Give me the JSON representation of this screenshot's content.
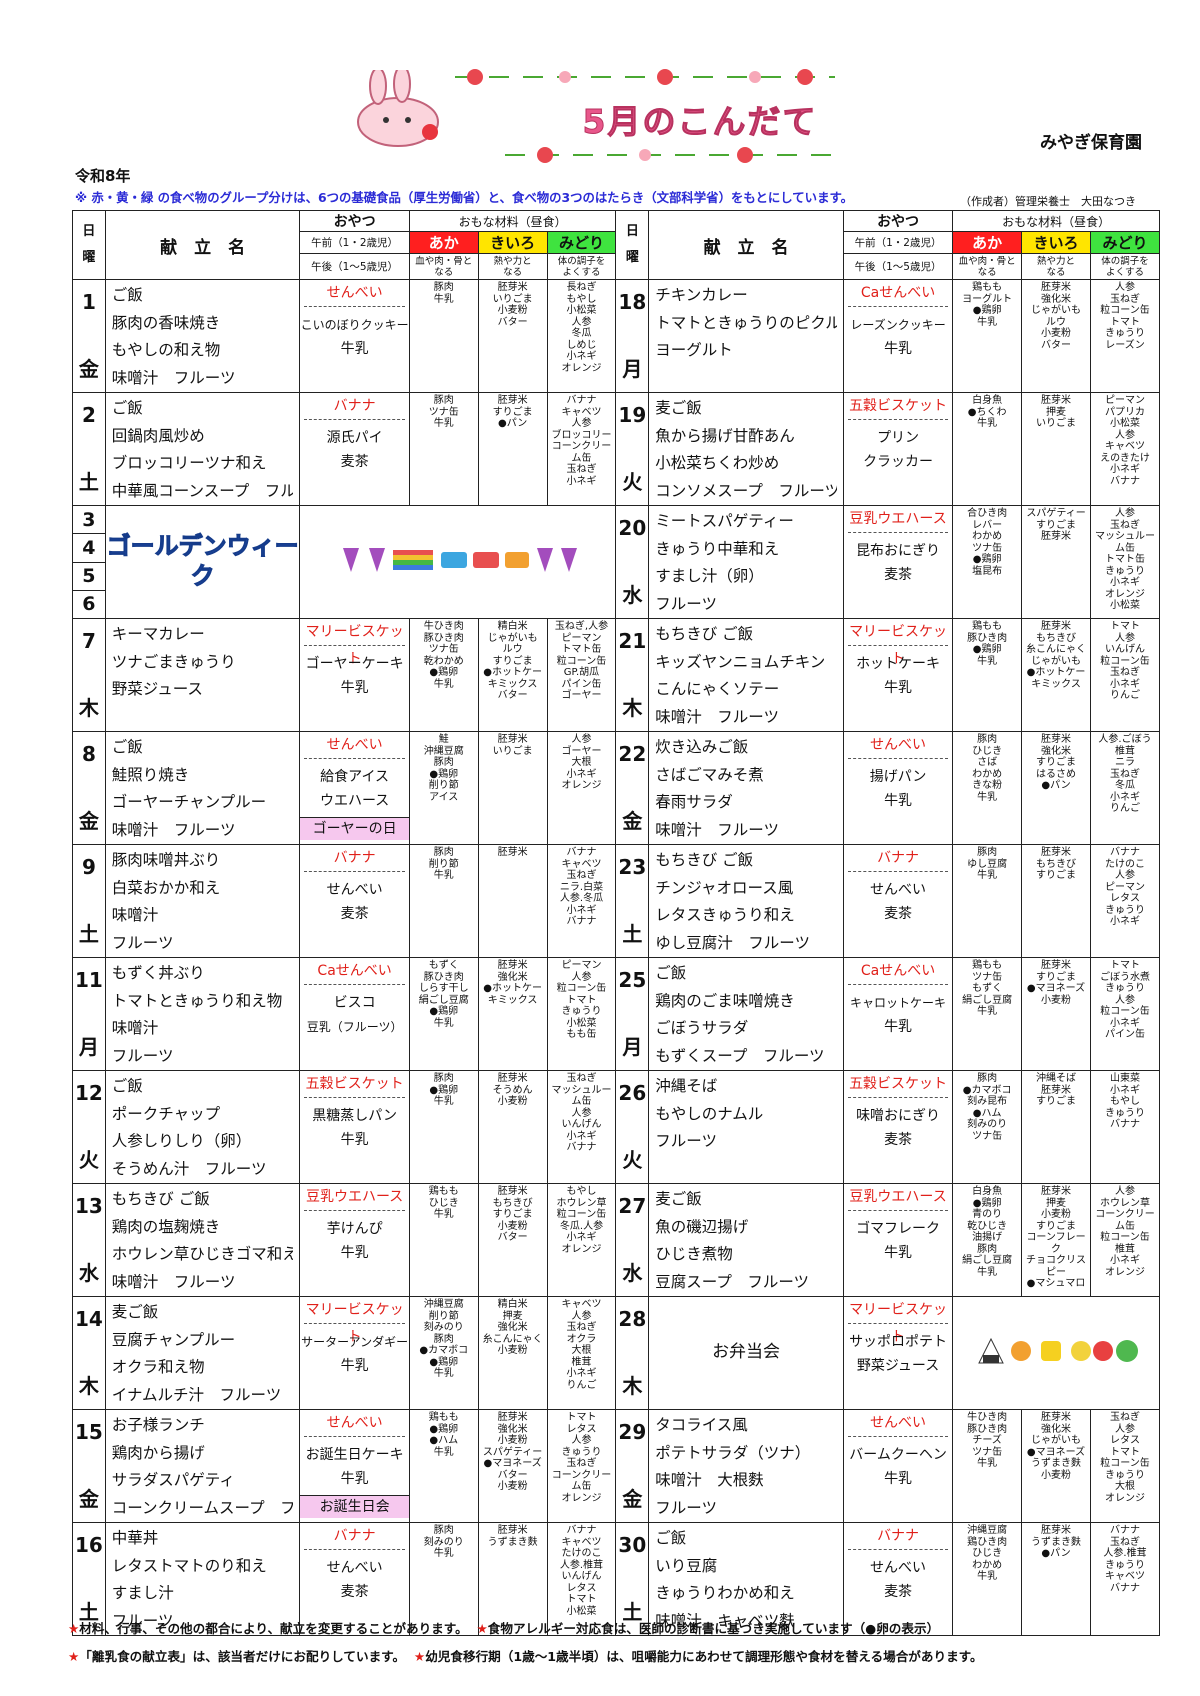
{
  "header": {
    "title": "5月のこんだて",
    "nursery": "みやぎ保育園",
    "era": "令和8年",
    "note": "※ 赤・黄・緑 の食べ物のグループ分けは、6つの基礎食品（厚生労働省）と、食べ物の3つのはたらき（文部科学省）をもとにしています。",
    "author": "（作成者）管理栄養士　大田なつき"
  },
  "table_header": {
    "day": "日",
    "dow": "曜",
    "menu": "献　立　名",
    "snack": "おやつ",
    "main_ingredients": "おもな材料（昼食）",
    "am": "午前（1・2歳児）",
    "pm": "午後（1～5歳児）",
    "aka": "あか",
    "kiiro": "きいろ",
    "midori": "みどり",
    "aka_desc": "血や肉・骨と\nなる",
    "kiiro_desc": "熱や力と\nなる",
    "midori_desc": "体の調子を\nよくする"
  },
  "golden_week": {
    "days": [
      "3",
      "4",
      "5",
      "6"
    ],
    "label": "ゴールデンウィーク"
  },
  "left": [
    {
      "d": "1",
      "w": "金",
      "menu": [
        "ご飯",
        "豚肉の香味焼き",
        "もやしの和え物",
        "味噌汁　フルーツ"
      ],
      "am": "せんべい",
      "pm": [
        "こいのぼりクッキー",
        "牛乳"
      ],
      "aka": "豚肉\n牛乳",
      "ki": "胚芽米\nいりごま\n小麦粉\nバター",
      "mi": "長ねぎ\nもやし\n小松菜\n人参\n冬瓜\nしめじ\n小ネギ\nオレンジ"
    },
    {
      "d": "2",
      "w": "土",
      "menu": [
        "ご飯",
        "回鍋肉風炒め",
        "ブロッコリーツナ和え",
        "中華風コーンスープ　フルーツ"
      ],
      "am": "バナナ",
      "pm": [
        "源氏パイ",
        "麦茶"
      ],
      "aka": "豚肉\nツナ缶\n牛乳",
      "ki": "胚芽米\nすりごま\n●パン",
      "mi": "バナナ\nキャベツ\n人参\nブロッコリー\nコーンクリーム缶\n玉ねぎ\n小ネギ"
    },
    {
      "d": "7",
      "w": "木",
      "menu": [
        "キーマカレー",
        "ツナごまきゅうり",
        "野菜ジュース",
        ""
      ],
      "am": "マリービスケット",
      "pm": [
        "ゴーヤーケーキ",
        "牛乳"
      ],
      "aka": "牛ひき肉\n豚ひき肉\nツナ缶\n乾わかめ\n●鶏卵\n牛乳",
      "ki": "精白米\nじゃがいも\nルウ\nすりごま\n●ホットケーキミックス\nバター",
      "mi": "玉ねぎ,人参\nピーマン\nトマト缶\n粒コーン缶\nGP.胡瓜\nパイン缶\nゴーヤー"
    },
    {
      "d": "8",
      "w": "金",
      "menu": [
        "ご飯",
        "鮭照り焼き",
        "ゴーヤーチャンプルー",
        "味噌汁　フルーツ"
      ],
      "am": "せんべい",
      "pm": [
        "給食アイス",
        "ウエハース"
      ],
      "ev": "ゴーヤーの日",
      "aka": "鮭\n沖縄豆腐\n豚肉\n●鶏卵\n削り節\nアイス",
      "ki": "胚芽米\nいりごま",
      "mi": "人参\nゴーヤー\n大根\n小ネギ\nオレンジ"
    },
    {
      "d": "9",
      "w": "土",
      "menu": [
        "豚肉味噌丼ぶり",
        "白菜おかか和え",
        "味噌汁",
        "フルーツ"
      ],
      "am": "バナナ",
      "pm": [
        "せんべい",
        "麦茶"
      ],
      "aka": "豚肉\n削り節\n牛乳",
      "ki": "胚芽米",
      "mi": "バナナ\nキャベツ\n玉ねぎ\nニラ.白菜\n人参.冬瓜\n小ネギ\nバナナ"
    },
    {
      "d": "11",
      "w": "月",
      "menu": [
        "もずく丼ぶり",
        "トマトときゅうり和え物",
        "味噌汁",
        "フルーツ"
      ],
      "am": "Caせんべい",
      "pm": [
        "ビスコ",
        "豆乳（フルーツ）"
      ],
      "aka": "もずく\n豚ひき肉\nしらす干し\n絹ごし豆腐\n●鶏卵\n牛乳",
      "ki": "胚芽米\n強化米\n●ホットケーキミックス",
      "mi": "ピーマン\n人参\n粒コーン缶\nトマト\nきゅうり\n小松菜\nもも缶"
    },
    {
      "d": "12",
      "w": "火",
      "menu": [
        "ご飯",
        "ポークチャップ",
        "人参しりしり（卵）",
        "そうめん汁　フルーツ"
      ],
      "am": "五穀ビスケット",
      "pm": [
        "黒糖蒸しパン",
        "牛乳"
      ],
      "aka": "豚肉\n●鶏卵\n牛乳",
      "ki": "胚芽米\nそうめん\n小麦粉",
      "mi": "玉ねぎ\nマッシュルーム缶\n人参\nいんげん\n小ネギ\nバナナ"
    },
    {
      "d": "13",
      "w": "水",
      "menu": [
        "もちきび ご飯",
        "鶏肉の塩麹焼き",
        "ホウレン草ひじきゴマ和え",
        "味噌汁　フルーツ"
      ],
      "am": "豆乳ウエハース",
      "pm": [
        "芋けんぴ",
        "牛乳"
      ],
      "aka": "鶏もも\nひじき\n牛乳",
      "ki": "胚芽米\nもちきび\nすりごま\n小麦粉\nバター",
      "mi": "もやし\nホウレン草\n粒コーン缶\n冬瓜.人参\n小ネギ\nオレンジ"
    },
    {
      "d": "14",
      "w": "木",
      "menu": [
        "麦ご飯",
        "豆腐チャンプルー",
        "オクラ和え物",
        "イナムルチ汁　フルーツ"
      ],
      "am": "マリービスケット",
      "pm": [
        "サーターアンダギー",
        "牛乳"
      ],
      "aka": "沖縄豆腐\n削り節\n刻みのり\n豚肉\n●カマボコ\n●鶏卵\n牛乳",
      "ki": "精白米\n押麦\n強化米\n糸こんにゃく\n小麦粉",
      "mi": "キャベツ\n人参\n玉ねぎ\nオクラ\n大根\n椎茸\n小ネギ\nりんご"
    },
    {
      "d": "15",
      "w": "金",
      "menu": [
        "お子様ランチ",
        "鶏肉から揚げ",
        "サラダスパゲティ",
        "コーンクリームスープ　フルーツ"
      ],
      "am": "せんべい",
      "pm": [
        "お誕生日ケーキ",
        "牛乳"
      ],
      "ev": "お誕生日会",
      "aka": "鶏もも\n●鶏卵\n●ハム\n牛乳",
      "ki": "胚芽米\n強化米\n小麦粉\nスパゲティー\n●マヨネーズ\nバター\n小麦粉",
      "mi": "トマト\nレタス\n人参\nきゅうり\n玉ねぎ\nコーンクリーム缶\nオレンジ"
    },
    {
      "d": "16",
      "w": "土",
      "menu": [
        "中華丼",
        "レタストマトのり和え",
        "すまし汁",
        "フルーツ"
      ],
      "am": "バナナ",
      "pm": [
        "せんべい",
        "麦茶"
      ],
      "aka": "豚肉\n刻みのり\n牛乳",
      "ki": "胚芽米\nうずまき麩",
      "mi": "バナナ\nキャベツ\nたけのこ\n人参.椎茸\nいんげん\nレタス\nトマト\n小松菜"
    }
  ],
  "right": [
    {
      "d": "18",
      "w": "月",
      "menu": [
        "チキンカレー",
        "トマトときゅうりのピクルス",
        "ヨーグルト",
        ""
      ],
      "am": "Caせんべい",
      "pm": [
        "レーズンクッキー",
        "牛乳"
      ],
      "aka": "鶏もも\nヨーグルト\n●鶏卵\n牛乳",
      "ki": "胚芽米\n強化米\nじゃがいも\nルウ\n小麦粉\nバター",
      "mi": "人参\n玉ねぎ\n粒コーン缶\nトマト\nきゅうり\nレーズン"
    },
    {
      "d": "19",
      "w": "火",
      "menu": [
        "麦ご飯",
        "魚から揚げ甘酢あん",
        "小松菜ちくわ炒め",
        "コンソメスープ　フルーツ"
      ],
      "am": "五穀ビスケット",
      "pm": [
        "プリン",
        "クラッカー"
      ],
      "aka": "白身魚\n●ちくわ\n牛乳",
      "ki": "胚芽米\n押麦\nいりごま",
      "mi": "ピーマン\nパプリカ\n小松菜\n人参\nキャベツ\nえのきたけ\n小ネギ\nバナナ"
    },
    {
      "d": "20",
      "w": "水",
      "menu": [
        "ミートスパゲティー",
        "きゅうり中華和え",
        "すまし汁（卵）",
        "フルーツ"
      ],
      "am": "豆乳ウエハース",
      "pm": [
        "昆布おにぎり",
        "麦茶"
      ],
      "aka": "合ひき肉\nレバー\nわかめ\nツナ缶\n●鶏卵\n塩昆布",
      "ki": "スパゲティー\nすりごま\n胚芽米",
      "mi": "人参\n玉ねぎ\nマッシュルーム缶\nトマト缶\nきゅうり\n小ネギ\nオレンジ\n小松菜"
    },
    {
      "d": "21",
      "w": "木",
      "menu": [
        "もちきび ご飯",
        "キッズヤンニョムチキン",
        "こんにゃくソテー",
        "味噌汁　フルーツ"
      ],
      "am": "マリービスケット",
      "pm": [
        "ホットケーキ",
        "牛乳"
      ],
      "aka": "鶏もも\n豚ひき肉\n●鶏卵\n牛乳",
      "ki": "胚芽米\nもちきび\n糸こんにゃく\nじゃがいも\n●ホットケーキミックス",
      "mi": "トマト\n人参\nいんげん\n粒コーン缶\n玉ねぎ\n小ネギ\nりんご"
    },
    {
      "d": "22",
      "w": "金",
      "menu": [
        "炊き込みご飯",
        "さばごマみそ煮",
        "春雨サラダ",
        "味噌汁　フルーツ"
      ],
      "am": "せんべい",
      "pm": [
        "揚げパン",
        "牛乳"
      ],
      "aka": "豚肉\nひじき\nさば\nわかめ\nきな粉\n牛乳",
      "ki": "胚芽米\n強化米\nすりごま\nはるさめ\n●パン",
      "mi": "人参.ごぼう\n椎茸\nニラ\n玉ねぎ\n冬瓜\n小ネギ\nりんご"
    },
    {
      "d": "23",
      "w": "土",
      "menu": [
        "もちきび ご飯",
        "チンジャオロース風",
        "レタスきゅうり和え",
        "ゆし豆腐汁　フルーツ"
      ],
      "am": "バナナ",
      "pm": [
        "せんべい",
        "麦茶"
      ],
      "aka": "豚肉\nゆし豆腐\n牛乳",
      "ki": "胚芽米\nもちきび\nすりごま",
      "mi": "バナナ\nたけのこ\n人参\nピーマン\nレタス\nきゅうり\n小ネギ"
    },
    {
      "d": "25",
      "w": "月",
      "menu": [
        "ご飯",
        "鶏肉のごま味噌焼き",
        "ごぼうサラダ",
        "もずくスープ　フルーツ"
      ],
      "am": "Caせんべい",
      "pm": [
        "キャロットケーキ",
        "牛乳"
      ],
      "aka": "鶏もも\nツナ缶\nもずく\n絹ごし豆腐\n牛乳",
      "ki": "胚芽米\nすりごま\n●マヨネーズ\n小麦粉",
      "mi": "トマト\nごぼう水煮\nきゅうり\n人参\n粒コーン缶\n小ネギ\nパイン缶"
    },
    {
      "d": "26",
      "w": "火",
      "menu": [
        "沖縄そば",
        "もやしのナムル",
        "フルーツ",
        ""
      ],
      "am": "五穀ビスケット",
      "pm": [
        "味噌おにぎり",
        "麦茶"
      ],
      "aka": "豚肉\n●カマボコ\n刻み昆布\n●ハム\n刻みのり\nツナ缶",
      "ki": "沖縄そば\n胚芽米\nすりごま",
      "mi": "山東菜\n小ネギ\nもやし\nきゅうり\nバナナ"
    },
    {
      "d": "27",
      "w": "水",
      "menu": [
        "麦ご飯",
        "魚の磯辺揚げ",
        "ひじき煮物",
        "豆腐スープ　フルーツ"
      ],
      "am": "豆乳ウエハース",
      "pm": [
        "ゴマフレーク",
        "牛乳"
      ],
      "aka": "白身魚\n●鶏卵\n青のり\n乾ひじき\n油揚げ\n豚肉\n絹ごし豆腐\n牛乳",
      "ki": "胚芽米\n押麦\n小麦粉\nすりごま\nコーンフレーク\nチョコクリスピー\n●マシュマロ",
      "mi": "人参\nホウレン草\nコーンクリーム缶\n粒コーン缶\n椎茸\n小ネギ\nオレンジ"
    },
    {
      "d": "28",
      "w": "木",
      "menu": [
        "お弁当会"
      ],
      "am": "マリービスケット",
      "pm": [
        "サッポロポテト",
        "野菜ジュース"
      ],
      "aka": "",
      "ki": "",
      "mi": ""
    },
    {
      "d": "29",
      "w": "金",
      "menu": [
        "タコライス風",
        "ポテトサラダ（ツナ）",
        "味噌汁　大根麩",
        "フルーツ"
      ],
      "am": "せんべい",
      "pm": [
        "バームクーヘン",
        "牛乳"
      ],
      "aka": "牛ひき肉\n豚ひき肉\nチーズ\nツナ缶\n牛乳",
      "ki": "胚芽米\n強化米\nじゃがいも\n●マヨネーズ\nうずまき麩\n小麦粉",
      "mi": "玉ねぎ\n人参\nレタス\nトマト\n粒コーン缶\nきゅうり\n大根\nオレンジ"
    },
    {
      "d": "30",
      "w": "土",
      "menu": [
        "ご飯",
        "いり豆腐",
        "きゅうりわかめ和え",
        "味噌汁　キャベツ麩"
      ],
      "am": "バナナ",
      "pm": [
        "せんべい",
        "麦茶"
      ],
      "aka": "沖縄豆腐\n鶏ひき肉\nひじき\nわかめ\n牛乳",
      "ki": "胚芽米\nうずまき麩\n●パン",
      "mi": "バナナ\n玉ねぎ\n人参.椎茸\nきゅうり\nキャベツ\nバナナ"
    }
  ],
  "footer": {
    "line1_a": "★",
    "line1_b": "材料、行事、その他の都合により、献立を変更することがあります。",
    "line1_c": "★",
    "line1_d": "食物アレルギー対応食は、医師の診断書に基づき実施しています（●卵の表示）",
    "line2_a": "★",
    "line2_b": "「離乳食の献立表」は、該当者だけにお配りしています。",
    "line2_c": "★",
    "line2_d": "幼児食移行期（1歳～1歳半頃）は、咀嚼能力にあわせて調理形態や食材を替える場合があります。"
  }
}
